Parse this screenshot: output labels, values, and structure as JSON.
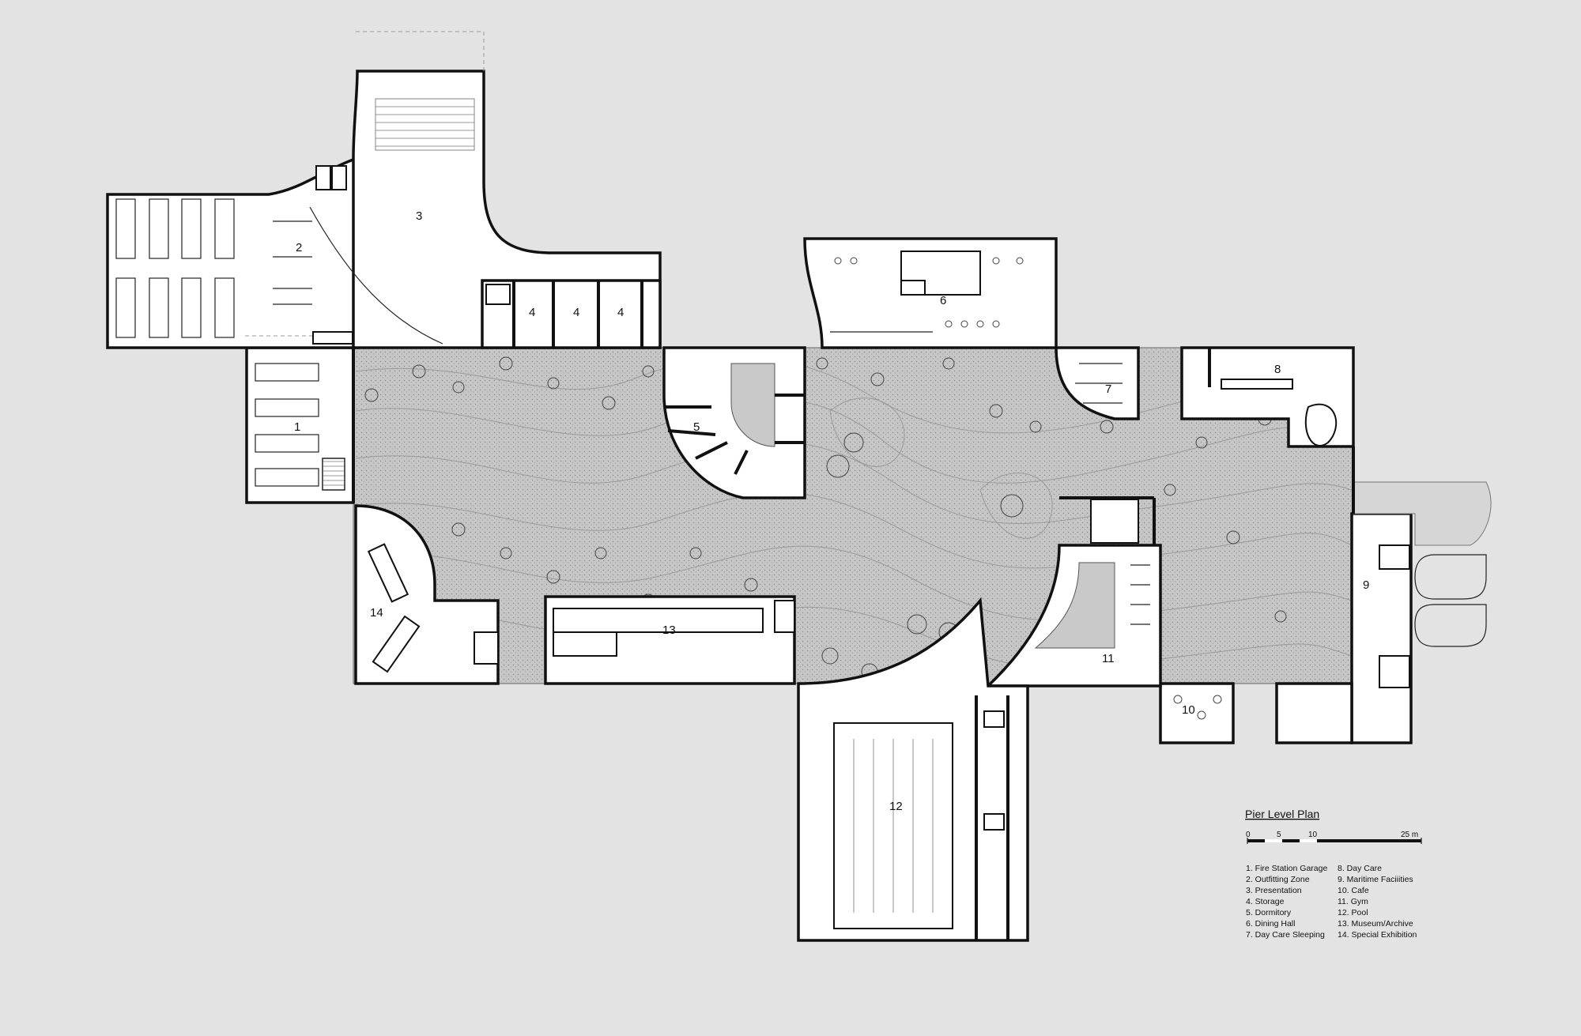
{
  "title": "Pier Level Plan",
  "scale_bar": {
    "labels": [
      "0",
      "5",
      "10",
      "25 m"
    ]
  },
  "rooms": [
    {
      "number": "1"
    },
    {
      "number": "2"
    },
    {
      "number": "3"
    },
    {
      "number": "4"
    },
    {
      "number": "4"
    },
    {
      "number": "4"
    },
    {
      "number": "5"
    },
    {
      "number": "6"
    },
    {
      "number": "7"
    },
    {
      "number": "8"
    },
    {
      "number": "9"
    },
    {
      "number": "10"
    },
    {
      "number": "11"
    },
    {
      "number": "12"
    },
    {
      "number": "13"
    },
    {
      "number": "14"
    }
  ],
  "legend": {
    "col1": [
      "1. Fire Station Garage",
      "2. Outfitting Zone",
      "3. Presentation",
      "4. Storage",
      "5. Dormitory",
      "6. Dining Hall",
      "7. Day Care Sleeping"
    ],
    "col2": [
      "8. Day Care",
      "9. Maritime Faciiities",
      "10. Cafe",
      "11. Gym",
      "12. Pool",
      "13. Museum/Archive",
      "14. Special Exhibition"
    ]
  },
  "colors": {
    "background": "#e3e3e3",
    "courtyard": "#c9c9c9",
    "walls": "#111111"
  }
}
